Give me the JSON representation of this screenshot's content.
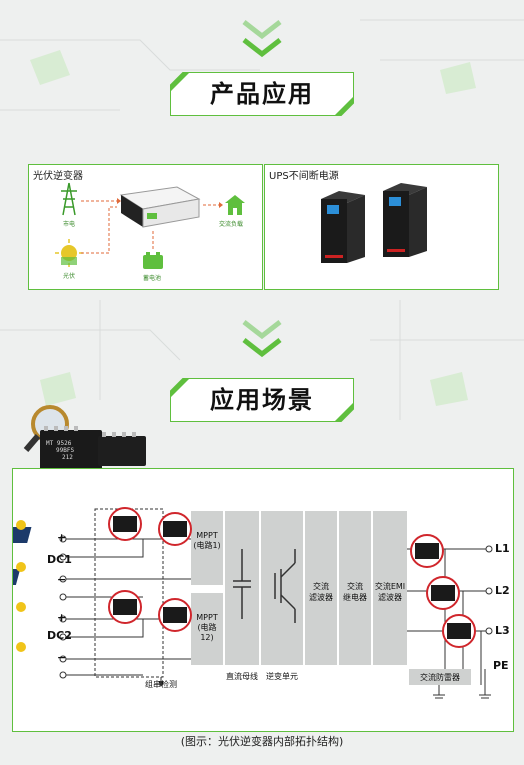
{
  "section1": {
    "title": "产品应用"
  },
  "section2": {
    "title": "应用场景"
  },
  "card_left": {
    "title": "光伏逆变器",
    "labels": {
      "grid": "市电",
      "pv": "光伏",
      "battery": "蓄电池",
      "ac_load": "交流负载"
    }
  },
  "card_right": {
    "title": "UPS不间断电源"
  },
  "chip": {
    "brand": "MT",
    "model": "9526",
    "code": "99BFS",
    "lot": "212"
  },
  "diagram": {
    "dc1": "DC1",
    "dc2": "DC2",
    "plus": "+",
    "minus": "−",
    "mppt1_line1": "MPPT",
    "mppt1_line2": "(电路1)",
    "mppt2_line1": "MPPT",
    "mppt2_line2": "(电路12)",
    "string_detect": "组串检测",
    "dc_bus": "直流母线",
    "inverter_unit": "逆变单元",
    "ac_filter_1": "交流",
    "ac_filter_2": "滤波器",
    "ac_relay_1": "交流",
    "ac_relay_2": "继电器",
    "ac_emi_1": "交流EMI",
    "ac_emi_2": "滤波器",
    "ac_surge": "交流防雷器",
    "l1": "L1",
    "l2": "L2",
    "l3": "L3",
    "pe": "PE"
  },
  "caption": "(图示：光伏逆变器内部拓扑结构)",
  "colors": {
    "accent": "#5fbf3e",
    "chip_ring": "#d0262c",
    "block_gray": "#cfd1d0"
  }
}
